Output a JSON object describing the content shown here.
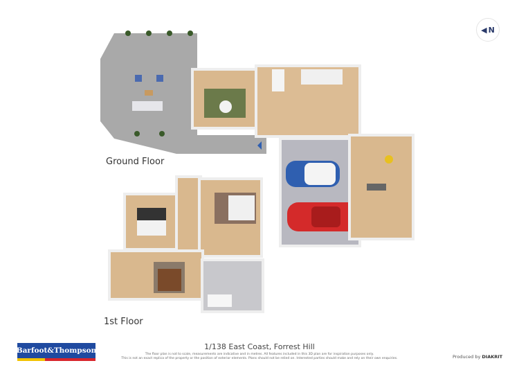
{
  "compass": {
    "label": "N",
    "icon": "north-arrow-icon"
  },
  "floors": [
    {
      "label": "Ground Floor"
    },
    {
      "label": "1st Floor"
    }
  ],
  "footer": {
    "address": "1/138 East Coast, Forrest Hill",
    "disclaimer_line1": "The floor plan is not to scale, measurements are indicative and in metres. All features included in this 3D plan are for inspiration purposes only.",
    "disclaimer_line2": "This is not an exact replica of the property or the position of exterior elements. Plans should not be relied on. Interested parties should make and rely on their own enquiries.",
    "logo_text": "Barfoot&Thompson",
    "produced_by": "Produced by",
    "producer": "DIAKRIT"
  },
  "colors": {
    "floor_wood": "#d9b88e",
    "terrace": "#a9a9a9",
    "garage": "#b8b8c0",
    "wall": "#e8e8e8",
    "car_blue": "#2f5fb0",
    "car_red": "#d42a2a",
    "brand_blue": "#1f4aa0",
    "brand_red": "#d8262c",
    "brand_yellow": "#f2c200"
  }
}
